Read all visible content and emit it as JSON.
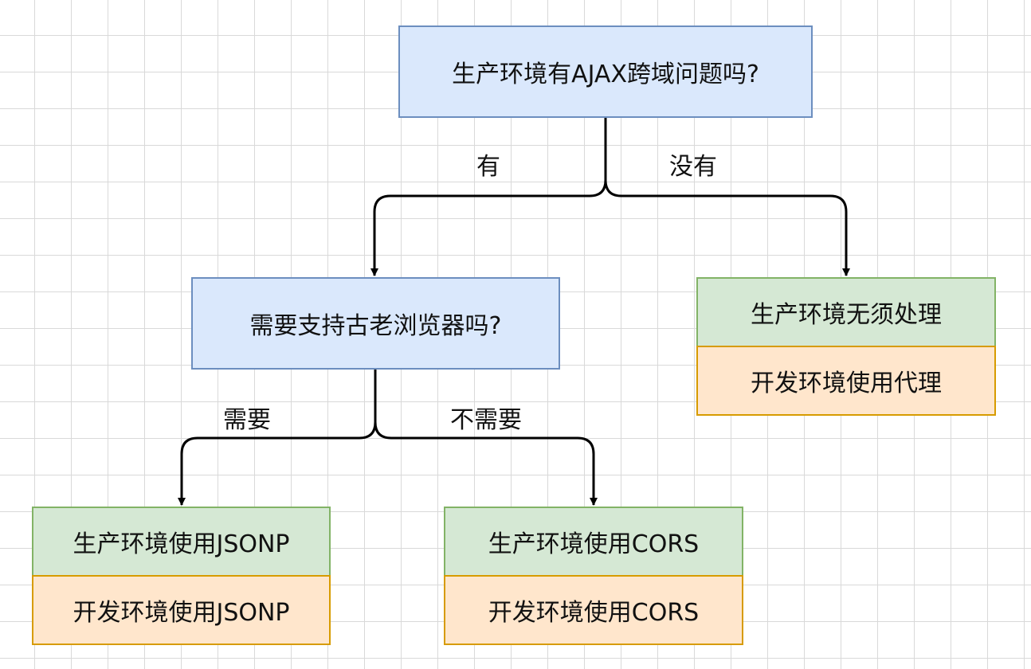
{
  "nodes": {
    "q_ajax": "生产环境有AJAX跨域问题吗?",
    "q_old_browser": "需要支持古老浏览器吗?",
    "prod_no_handling": "生产环境无须处理",
    "dev_proxy": "开发环境使用代理",
    "prod_jsonp": "生产环境使用JSONP",
    "dev_jsonp": "开发环境使用JSONP",
    "prod_cors": "生产环境使用CORS",
    "dev_cors": "开发环境使用CORS"
  },
  "edges": {
    "yes": "有",
    "no": "没有",
    "need": "需要",
    "not_need": "不需要"
  },
  "colors": {
    "decision_fill": "#dae8fc",
    "decision_stroke": "#6c8ebf",
    "production_fill": "#d5e8d4",
    "production_stroke": "#82b366",
    "development_fill": "#ffe6cc",
    "development_stroke": "#d79b00",
    "connector": "#000000"
  }
}
